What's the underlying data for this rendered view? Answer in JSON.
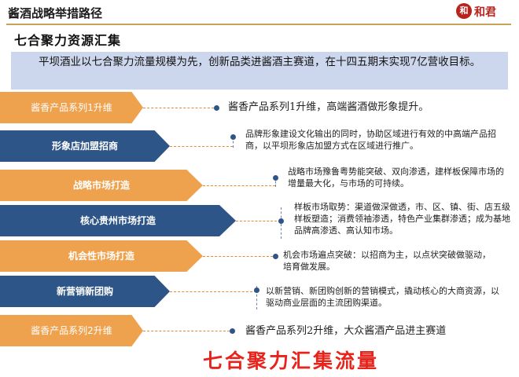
{
  "header": {
    "title": "酱酒战略举措路径",
    "logo_mark": "和",
    "logo_text": "和君",
    "logo_color": "#b8231e",
    "accent_line": "#c9a25a"
  },
  "section_title": "七合聚力资源汇集",
  "intro": "平坝酒业以七合聚力流量规模为先，创新品类进酱酒主赛道，在十四五期末实现7亿营收目标。",
  "colors": {
    "orange": "#efa24e",
    "blue": "#2e5587",
    "band": "#ccd6ec",
    "slogan": "#e8231b"
  },
  "items": [
    {
      "label": "酱香产品系列1升维",
      "desc": "酱香产品系列1升维，高端酱酒做形象提升。"
    },
    {
      "label": "形象店加盟招商",
      "desc": "品牌形象建设文化输出的同时，协助区域进行有效的中高端产品招商，以平坝形象店加盟方式在区域进行推广。"
    },
    {
      "label": "战略市场打造",
      "desc": "战略市场豫鲁粤势能突破、双向渗透，建样板保障市场的增量最大化，与市场的可持续。"
    },
    {
      "label": "核心贵州市场打造",
      "desc": "样板市场取势：渠道做深做透，市、区、镇、街、店五级样板塑造；消费领袖渗透，特色产业集群渗透；成为基地品牌高渗透、高认知市场。"
    },
    {
      "label": "机会性市场打造",
      "desc": "机会市场遍点突破：以招商为主，以点状突破做驱动，培育做发展。"
    },
    {
      "label": "新营销新团购",
      "desc": "以新营销、新团购创新的营销模式，撬动核心的大商资源，以驱动商业层面的主流团购渠道。"
    },
    {
      "label": "酱香产品系列2升维",
      "desc": "酱香产品系列2升维，大众酱酒产品进主赛道"
    }
  ],
  "slogan": "七合聚力汇集流量"
}
